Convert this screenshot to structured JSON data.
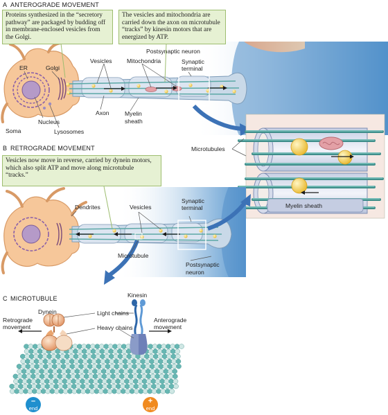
{
  "section_a": {
    "letter": "A",
    "title": "ANTEROGRADE MOVEMENT"
  },
  "section_b": {
    "letter": "B",
    "title": "RETROGRADE MOVEMENT"
  },
  "section_c": {
    "letter": "C",
    "title": "MICROTUBULE"
  },
  "callouts": {
    "a_left": "Proteins synthesized in the “secretory pathway” are packaged by budding off in membrane-enclosed vesicles from the Golgi.",
    "a_right": "The vesicles and mitochondria are carried down the axon on microtubule “tracks” by kinesin motors that are energized by ATP.",
    "b_left": "Vesicles now move in reverse, carried by dynein motors, which also split ATP and move along microtubule “tracks.”"
  },
  "labels_a": {
    "er": "ER",
    "golgi": "Golgi",
    "nucleus": "Nucleus",
    "soma": "Soma",
    "lysosomes": "Lysosomes",
    "vesicles": "Vesicles",
    "axon": "Axon",
    "mitochondria": "Mitochondria",
    "myelin_1": "Myelin",
    "myelin_2": "sheath",
    "postsynaptic": "Postsynaptic neuron",
    "synaptic_1": "Synaptic",
    "synaptic_2": "terminal"
  },
  "labels_b": {
    "dendrites": "Dendrites",
    "vesicles": "Vesicles",
    "synaptic_1": "Synaptic",
    "synaptic_2": "terminal",
    "microtubule": "Microtubule",
    "postsynaptic_1": "Postsynaptic",
    "postsynaptic_2": "neuron"
  },
  "labels_inset": {
    "microtubules": "Microtubules",
    "myelin_sheath": "Myelin sheath"
  },
  "labels_c": {
    "kinesin": "Kinesin",
    "dynein": "Dynein",
    "light_chains": "Light chains",
    "heavy_chains": "Heavy chains",
    "retrograde_1": "Retrograde",
    "retrograde_2": "movement",
    "anterograde_1": "Anterograde",
    "anterograde_2": "movement",
    "minus_sign": "–",
    "minus_end": "end",
    "plus_sign": "+",
    "plus_end": "end"
  },
  "colors": {
    "soma": "#f6c79a",
    "soma_edge": "#d89a66",
    "nucleus": "#b59ac8",
    "axon_fill": "#c9d9e8",
    "microtubule": "#5ba8a6",
    "vesicle": "#f5d35c",
    "mitochondria": "#e3a0a6",
    "callout_bg": "#e6f1d3",
    "post_bg": "#4f8ec9",
    "minus_end": "#1f8fce",
    "plus_end": "#f08a1f",
    "tubulin_light": "#cfe7e4",
    "tubulin_dark": "#67b7b3"
  }
}
